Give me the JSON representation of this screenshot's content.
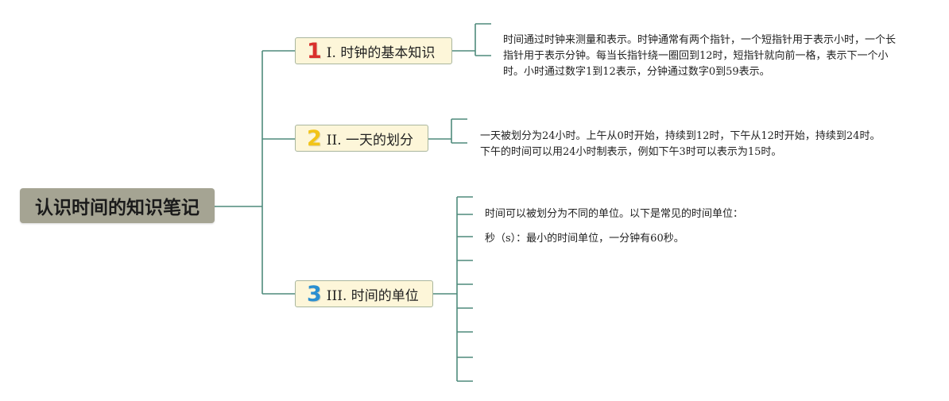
{
  "root": {
    "title": "认识时间的知识笔记"
  },
  "branches": [
    {
      "number": "1",
      "number_color": "#d9302c",
      "label": "I. 时钟的基本知识",
      "leaves": [
        "时间通过时钟来测量和表示。时钟通常有两个指针，一个短指针用于表示小时，一个长指针用于表示分钟。每当长指针绕一圈回到12时，短指针就向前一格，表示下一个小时。小时通过数字1到12表示，分钟通过数字0到59表示。"
      ]
    },
    {
      "number": "2",
      "number_color": "#f2c418",
      "label": "II. 一天的划分",
      "leaves": [
        "一天被划分为24小时。上午从0时开始，持续到12时，下午从12时开始，持续到24时。下午的时间可以用24小时制表示，例如下午3时可以表示为15时。"
      ]
    },
    {
      "number": "3",
      "number_color": "#2a8fd1",
      "label": "III. 时间的单位",
      "leaves": [
        "",
        "时间可以被划分为不同的单位。以下是常见的时间单位：",
        "秒（s）：最小的时间单位，一分钟有60秒。",
        "",
        "",
        "",
        "",
        "",
        ""
      ]
    }
  ],
  "colors": {
    "line": "#4e8a7c",
    "root_bg": "#a5a493",
    "branch_bg": "#fdf6d9"
  }
}
